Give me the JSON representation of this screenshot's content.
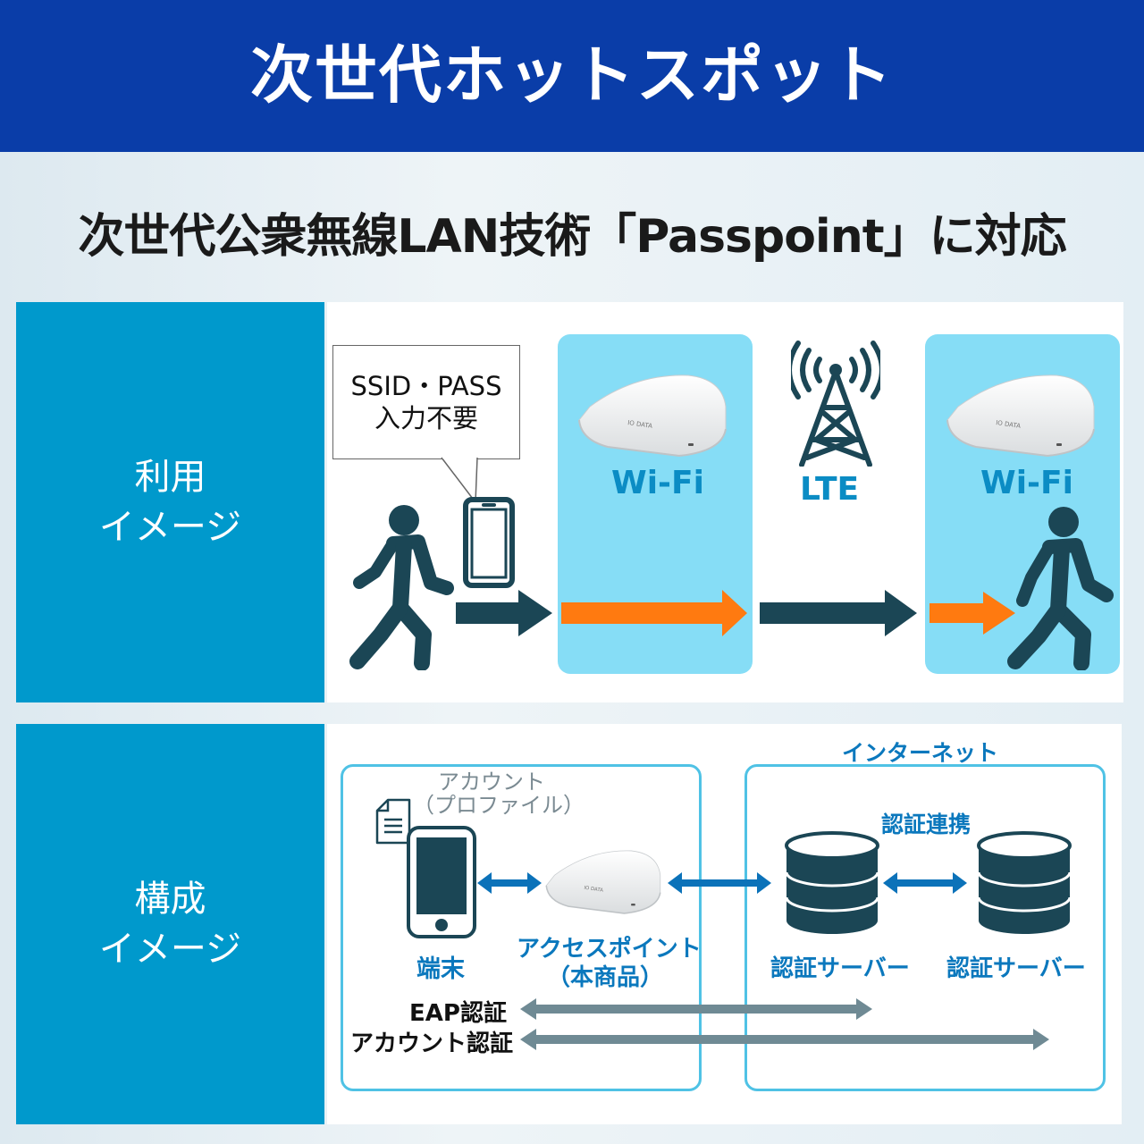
{
  "header": {
    "title": "次世代ホットスポット"
  },
  "subtitle": "次世代公衆無線LAN技術「Passpoint」に対応",
  "usage": {
    "side_label_line1": "利用",
    "side_label_line2": "イメージ",
    "bubble_line1": "SSID・PASS",
    "bubble_line2": "入力不要",
    "wifi_label_1": "Wi-Fi",
    "lte_label": "LTE",
    "wifi_label_2": "Wi-Fi"
  },
  "config": {
    "side_label_line1": "構成",
    "side_label_line2": "イメージ",
    "account_line1": "アカウント",
    "account_line2": "（プロファイル）",
    "terminal_label": "端末",
    "ap_label_line1": "アクセスポイント",
    "ap_label_line2": "（本商品）",
    "internet_label": "インターネット",
    "federation_label": "認証連携",
    "server_label_1": "認証サーバー",
    "server_label_2": "認証サーバー",
    "eap_label": "EAP認証",
    "account_auth_label": "アカウント認証"
  },
  "colors": {
    "header_bg": "#0a3da8",
    "side_bg": "#0099cc",
    "zone_bg": "#86ddf6",
    "dark_icon": "#1b4655",
    "orange_arrow": "#ff7a10",
    "blue_arrow": "#0b72b9",
    "gray_arrow": "#6f8a94"
  }
}
